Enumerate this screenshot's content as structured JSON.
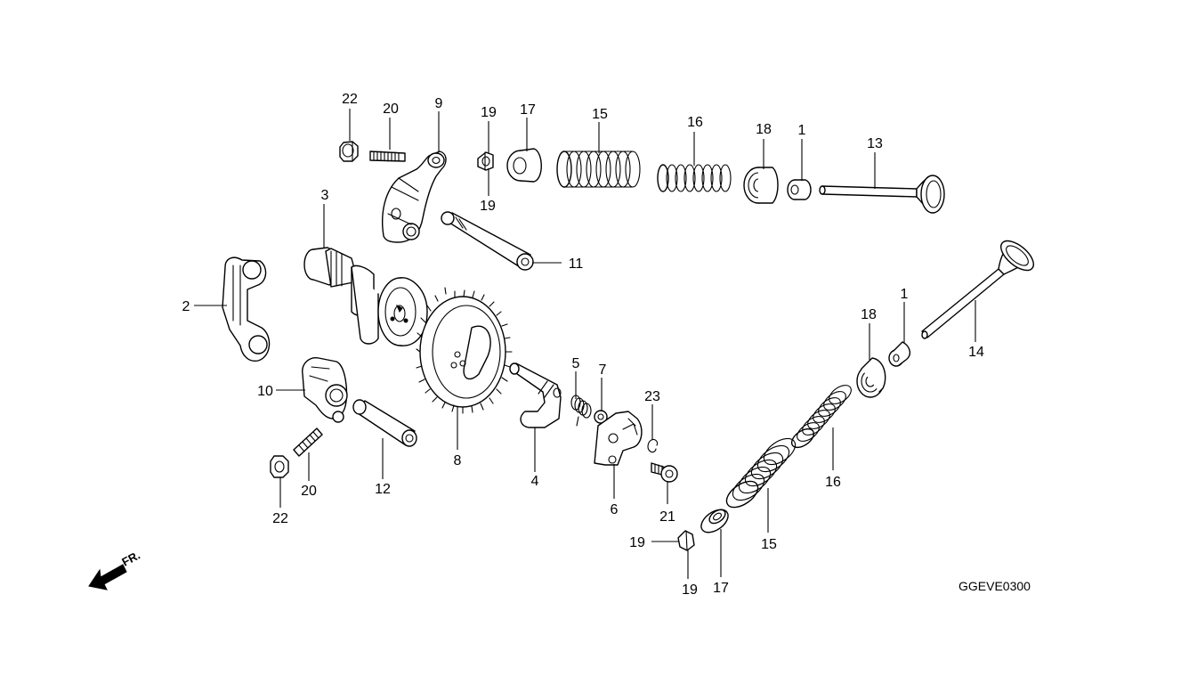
{
  "diagram": {
    "figure_code": "GGEVE0300",
    "front_marker": "FR.",
    "callouts": {
      "c22a": "22",
      "c20a": "20",
      "c9": "9",
      "c19a": "19",
      "c19b": "19",
      "c17a": "17",
      "c15a": "15",
      "c16a": "16",
      "c18a": "18",
      "c1a": "1",
      "c13": "13",
      "c3": "3",
      "c11": "11",
      "c2": "2",
      "c1b": "1",
      "c18b": "18",
      "c14": "14",
      "c5": "5",
      "c7": "7",
      "c23": "23",
      "c10": "10",
      "c8": "8",
      "c20b": "20",
      "c12": "12",
      "c4": "4",
      "c16b": "16",
      "c22b": "22",
      "c6": "6",
      "c21": "21",
      "c19c": "19",
      "c15b": "15",
      "c19d": "19",
      "c17b": "17"
    }
  }
}
